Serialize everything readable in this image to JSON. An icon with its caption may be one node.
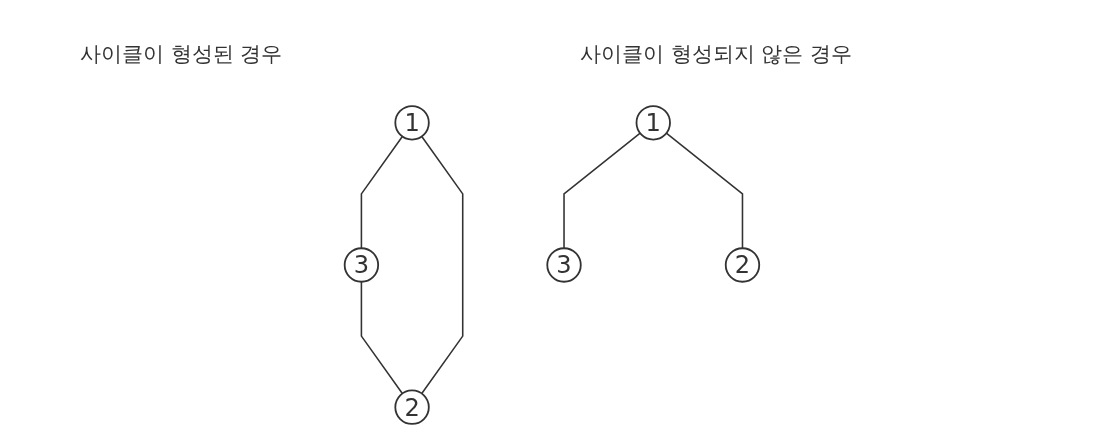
{
  "diagram": {
    "nodes": [
      {
        "text": [
          "1"
        ]
      },
      {
        "text": [
          "3"
        ]
      },
      {
        "text": [
          "2"
        ]
      },
      {
        "text": [
          "1"
        ]
      },
      {
        "text": [
          "3"
        ]
      },
      {
        "text": [
          "2"
        ]
      }
    ],
    "edges": [
      {
        "from": 0,
        "to": 1,
        "arrow": "none"
      },
      {
        "from": 0,
        "to": 2,
        "arrow": "none"
      },
      {
        "from": 1,
        "to": 2,
        "arrow": "none"
      },
      {
        "from": 3,
        "to": 4,
        "arrow": "none"
      },
      {
        "from": 3,
        "to": 5,
        "arrow": "none"
      }
    ],
    "labels": [
      "사이클이 형성된 경우",
      "사이클이 형성되지 않은 경우"
    ]
  }
}
